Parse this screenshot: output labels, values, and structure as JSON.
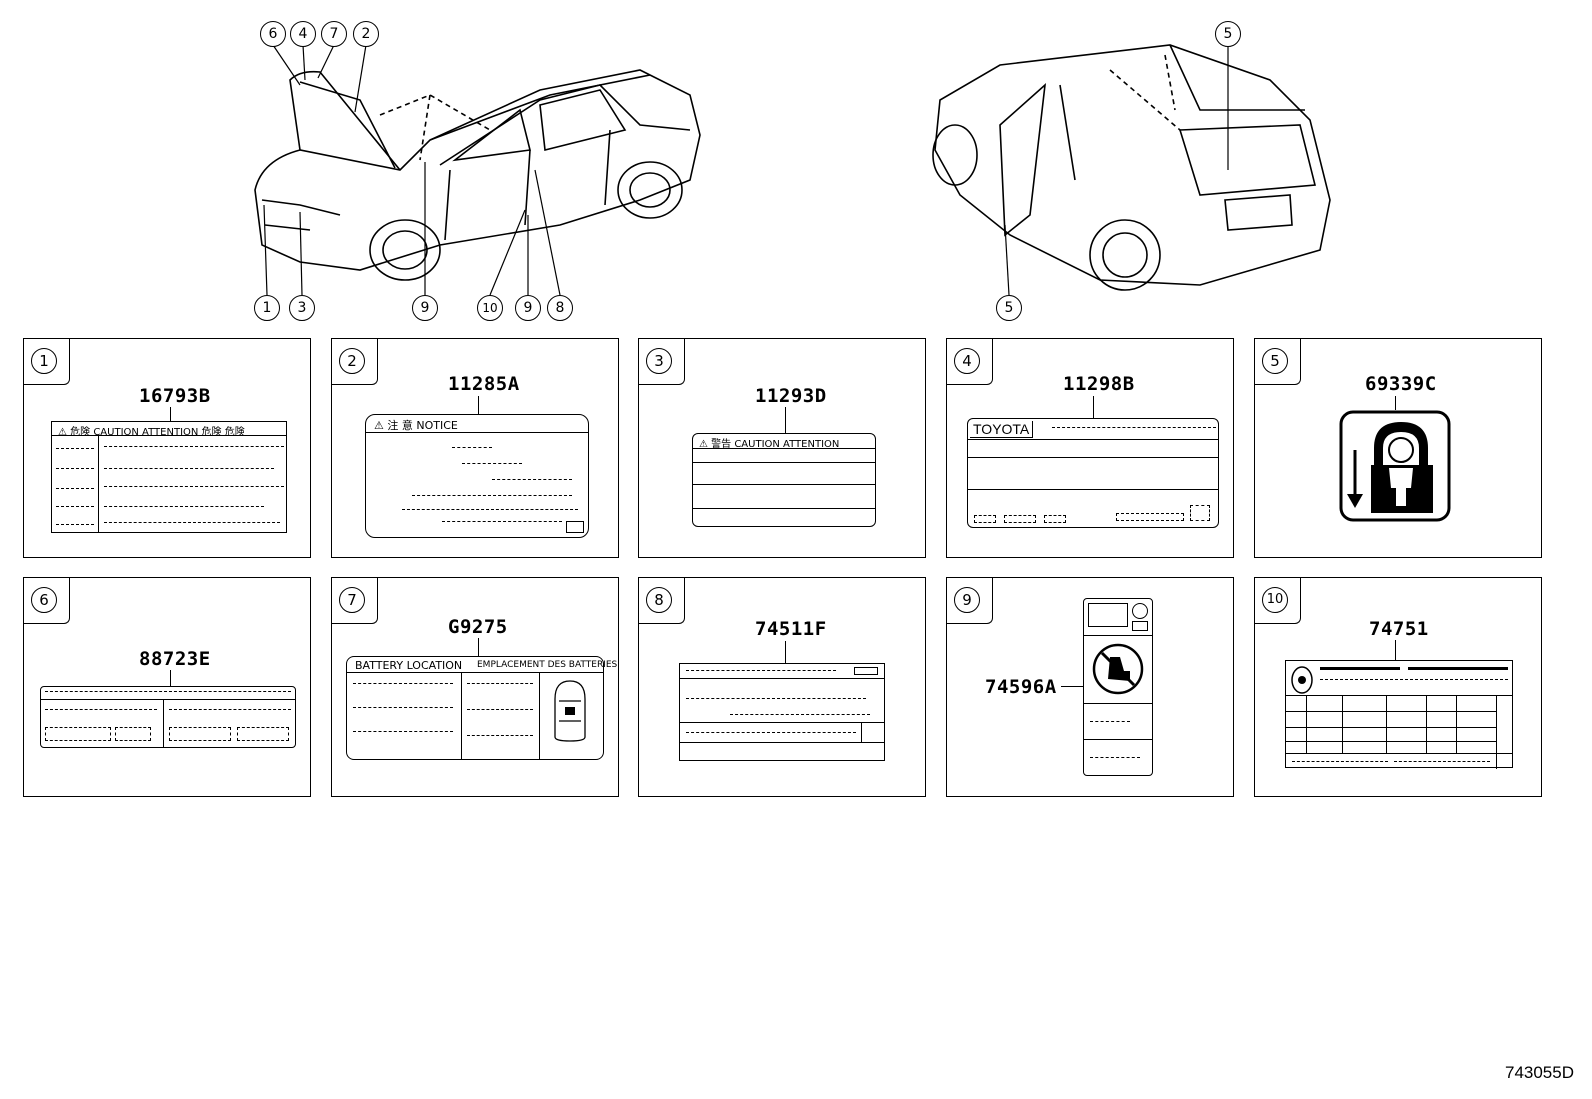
{
  "diagram_id": "743055D",
  "callouts_top_left": [
    "6",
    "4",
    "7",
    "2"
  ],
  "callouts_bottom_left": [
    "1",
    "3",
    "9",
    "10",
    "9",
    "8"
  ],
  "callout_rear_top": "5",
  "callout_rear_bottom": "5",
  "panels": [
    {
      "num": "1",
      "part": "16793B",
      "label_header": "⚠ 危険 CAUTION ATTENTION 危険 危険"
    },
    {
      "num": "2",
      "part": "11285A",
      "label_header": "⚠ 注 意 NOTICE"
    },
    {
      "num": "3",
      "part": "11293D",
      "label_header": "⚠ 警告 CAUTION ATTENTION"
    },
    {
      "num": "4",
      "part": "11298B",
      "label_header": "TOYOTA"
    },
    {
      "num": "5",
      "part": "69339C"
    },
    {
      "num": "6",
      "part": "88723E"
    },
    {
      "num": "7",
      "part": "G9275",
      "label_header_left": "BATTERY LOCATION",
      "label_header_right": "EMPLACEMENT DES BATTERIES"
    },
    {
      "num": "8",
      "part": "74511F"
    },
    {
      "num": "9",
      "part": "74596A"
    },
    {
      "num": "10",
      "part": "74751"
    }
  ]
}
